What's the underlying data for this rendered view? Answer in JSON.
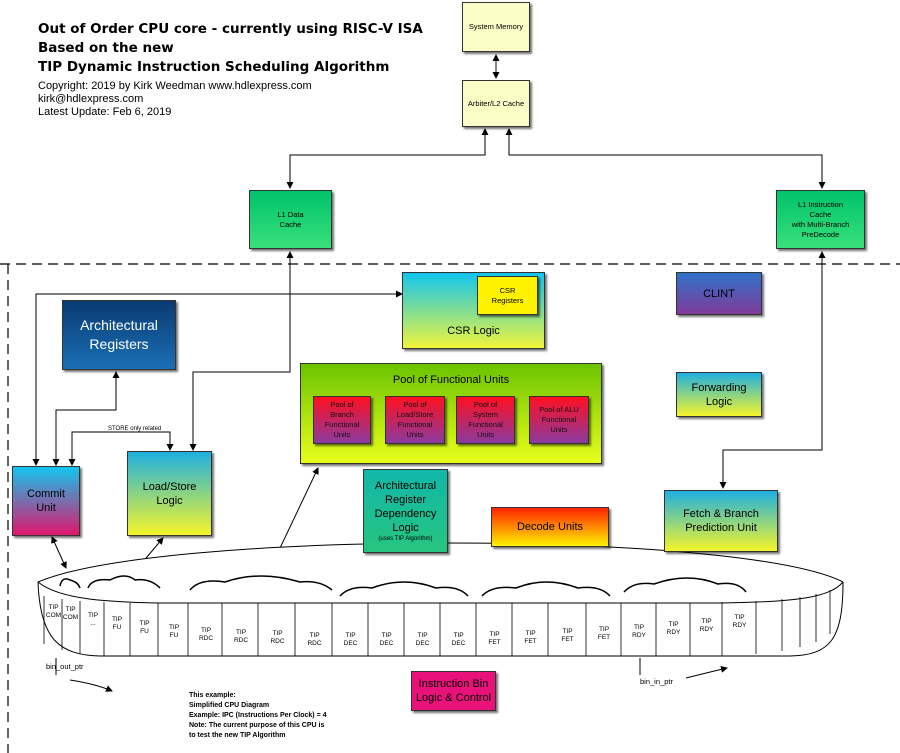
{
  "header": {
    "title_lines": [
      "Out of Order CPU core - currently using RISC-V ISA",
      "Based on the new",
      "TIP Dynamic Instruction Scheduling Algorithm"
    ],
    "meta_lines": [
      "Copyright: 2019  by Kirk Weedman www.hdlexpress.com",
      "kirk@hdlexpress.com",
      "Latest Update: Feb 6, 2019"
    ]
  },
  "blocks": {
    "system_memory": "System Memory",
    "arbiter": "Arbiter/L2 Cache",
    "l1_data": [
      "L1 Data",
      "Cache"
    ],
    "l1_instr": [
      "L1 Instruction",
      "Cache",
      "with Multi-Branch",
      "PreDecode"
    ],
    "csr_registers": [
      "CSR",
      "Registers"
    ],
    "csr_logic": "CSR Logic",
    "clint": "CLINT",
    "arch_registers": [
      "Architectural",
      "Registers"
    ],
    "pool_title": "Pool of Functional Units",
    "pool_units": [
      [
        "Pool of",
        "Branch",
        "Functional",
        "Units"
      ],
      [
        "Pool of",
        "Load/Store",
        "Functional",
        "Units"
      ],
      [
        "Pool of",
        "System",
        "Functional",
        "Units"
      ],
      [
        "Pool of ALU",
        "Functional",
        "Units"
      ]
    ],
    "forwarding": [
      "Forwarding",
      "Logic"
    ],
    "commit": [
      "Commit",
      "Unit"
    ],
    "load_store": [
      "Load/Store",
      "Logic"
    ],
    "ard": [
      "Architectural",
      "Register",
      "Dependency",
      "Logic"
    ],
    "ard_note": "(uses TIP Algorithm)",
    "decode": "Decode Units",
    "fetch": [
      "Fetch & Branch",
      "Prediction Unit"
    ],
    "bin_logic": [
      "Instruction Bin",
      "Logic & Control"
    ],
    "store_note": "STORE only related"
  },
  "ring": {
    "slots": [
      [
        "TIP",
        "COM"
      ],
      [
        "TIP",
        "COM"
      ],
      [
        "TIP",
        "..."
      ],
      [
        "TIP",
        "FU"
      ],
      [
        "TIP",
        "FU"
      ],
      [
        "TIP",
        "FU"
      ],
      [
        "TIP",
        "RDC"
      ],
      [
        "TIP",
        "RDC"
      ],
      [
        "TIP",
        "RDC"
      ],
      [
        "TIP",
        "RDC"
      ],
      [
        "TIP",
        "DEC"
      ],
      [
        "TIP",
        "DEC"
      ],
      [
        "TIP",
        "DEC"
      ],
      [
        "TIP",
        "DEC"
      ],
      [
        "TIP",
        "FET"
      ],
      [
        "TIP",
        "FET"
      ],
      [
        "TIP",
        "FET"
      ],
      [
        "TIP",
        "FET"
      ],
      [
        "TIP",
        "RDY"
      ],
      [
        "TIP",
        "RDY"
      ],
      [
        "TIP",
        "RDY"
      ],
      [
        "TIP",
        "RDY"
      ]
    ],
    "bin_out_ptr": "bin_out_ptr",
    "bin_in_ptr": "bin_in_ptr"
  },
  "note": {
    "lines": [
      "This example:",
      "Simplified CPU Diagram",
      "Example: IPC (Instructions Per Clock) = 4",
      "Note: The current  purpose of this CPU is",
      "to test the new TIP Algorithm"
    ]
  }
}
